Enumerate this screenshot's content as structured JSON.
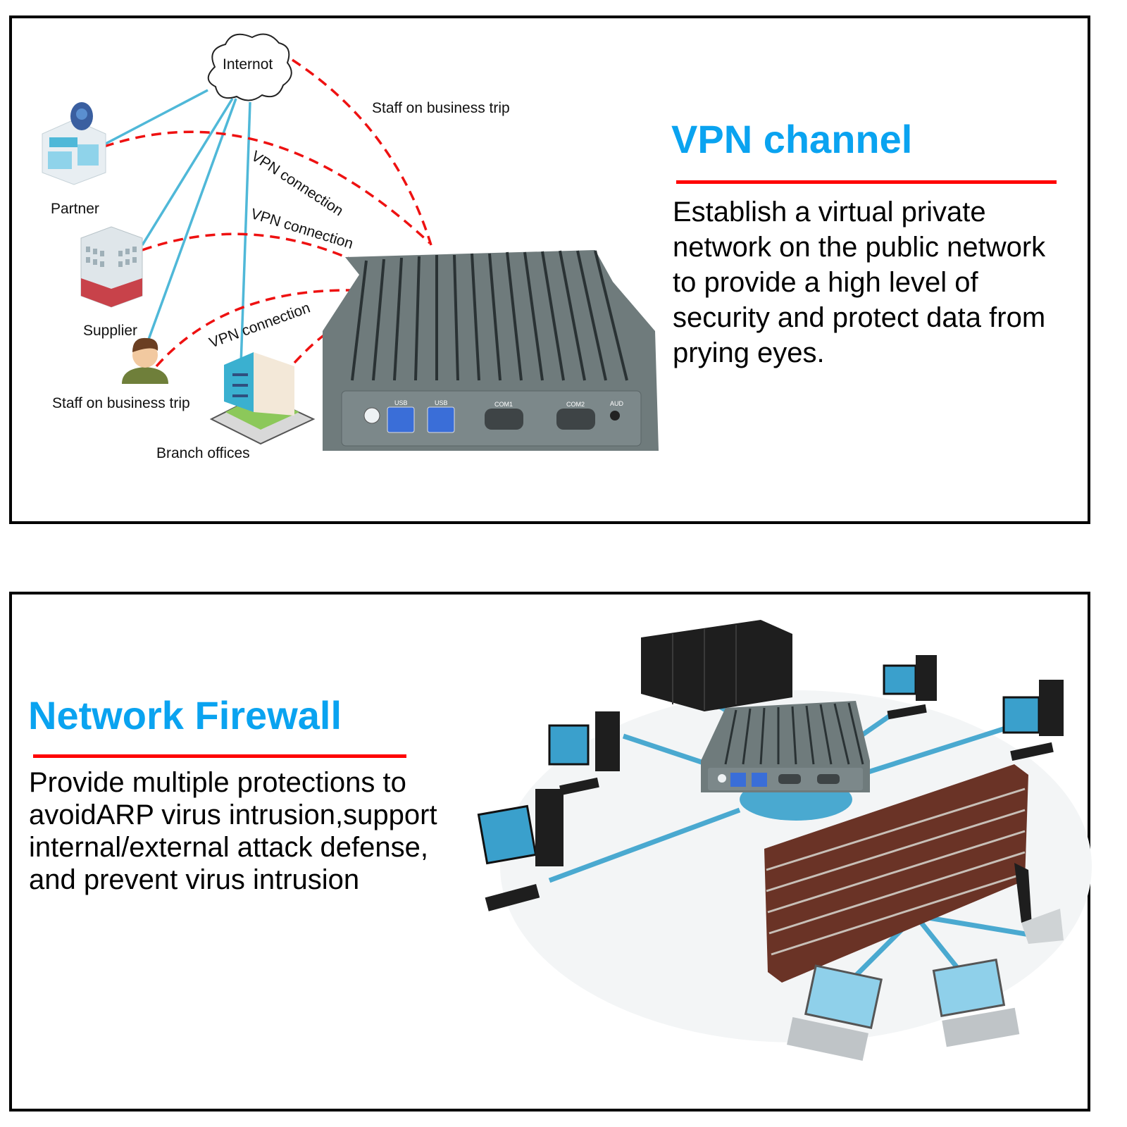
{
  "vpn_section": {
    "title": "VPN channel",
    "description_lines": [
      "Establish a virtual private",
      "network on the public network",
      "to provide a high level of",
      "security and protect data from",
      "prying eyes."
    ],
    "diagram": {
      "cloud_label": "Internot",
      "nodes": {
        "partner": "Partner",
        "supplier": "Supplier",
        "staff": "Staff on business trip",
        "branch": "Branch offices",
        "remote_staff": "Staff on business trip"
      },
      "connection_labels": [
        "VPN connection",
        "VPN connection",
        "VPN connection"
      ],
      "device_ports": [
        "USB",
        "USB",
        "COM1",
        "COM2",
        "AUD"
      ]
    }
  },
  "firewall_section": {
    "title": "Network Firewall",
    "description_lines": [
      "Provide multiple protections to",
      "avoidARP virus intrusion,support",
      "internal/external attack defense,",
      "and prevent virus intrusion"
    ]
  },
  "colors": {
    "title_blue": "#0aa3f0",
    "rule_red": "#ff0000",
    "link_blue": "#4fb8d8",
    "vpn_dash_red": "#ee1111",
    "device_gray": "#6f7b7c"
  }
}
